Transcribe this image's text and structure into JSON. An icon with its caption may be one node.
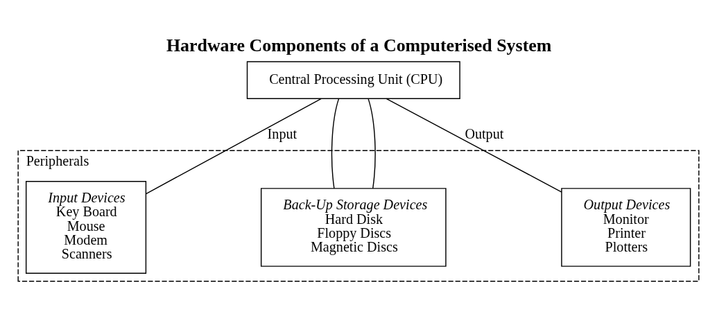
{
  "diagram": {
    "title": "Hardware Components of a Computerised System",
    "nodes": [
      {
        "text": [
          "Central Processing Unit (CPU)"
        ]
      },
      {
        "text": [
          "Peripherals"
        ]
      },
      {
        "text": [
          "Input Devices",
          "Key Board",
          "Mouse",
          "Modem",
          "Scanners"
        ],
        "in": 1
      },
      {
        "text": [
          "Back-Up Storage Devices",
          "Hard Disk",
          "Floppy Discs",
          "Magnetic Discs"
        ],
        "in": 1
      },
      {
        "text": [
          "Output Devices",
          "Monitor",
          "Printer",
          "Plotters"
        ],
        "in": 1
      }
    ],
    "edges": [
      {
        "from": 0,
        "to": 2,
        "arrow": "none",
        "label": "Input"
      },
      {
        "from": 0,
        "to": 3,
        "arrow": "none"
      },
      {
        "from": 0,
        "to": 3,
        "arrow": "none"
      },
      {
        "from": 0,
        "to": 4,
        "arrow": "none",
        "label": "Output"
      }
    ]
  }
}
